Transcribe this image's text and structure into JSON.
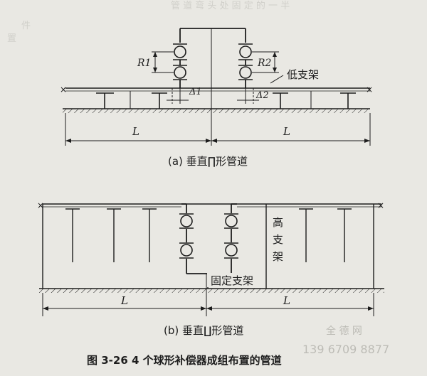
{
  "diagram_a": {
    "caption": "(a) 垂直∏形管道",
    "label_r1": "R1",
    "label_r2": "R2",
    "label_d1": "Δ1",
    "label_d2": "Δ2",
    "label_low_support": "低支架",
    "label_L_left": "L",
    "label_L_right": "L"
  },
  "diagram_b": {
    "caption": "(b) 垂直∐形管道",
    "label_high_support": "高支架",
    "label_fixed_support": "固定支架",
    "label_L_left": "L",
    "label_L_right": "L"
  },
  "figure_caption": "图 3-26   4 个球形补偿器成组布置的管道",
  "watermark": {
    "line1": "全 德 网",
    "line2": "139 6709 8877"
  },
  "colors": {
    "ink": "#1d1d1d",
    "paper": "#e9e8e3",
    "watermark": "#b9b8b2"
  }
}
